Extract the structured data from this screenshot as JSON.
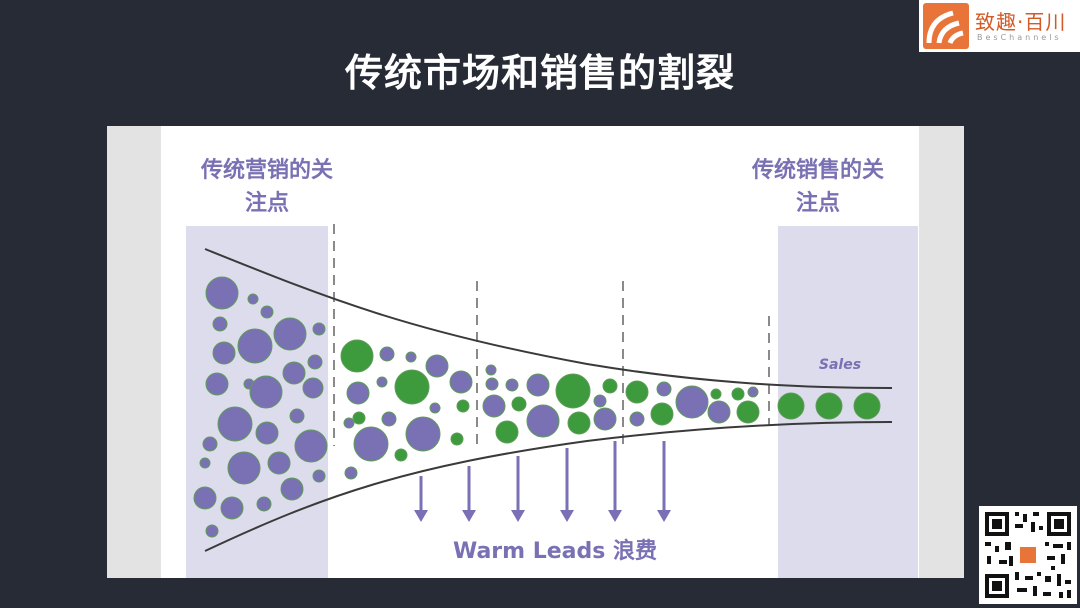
{
  "title": "传统市场和销售的割裂",
  "logo": {
    "name_cn": "致趣·百川",
    "name_en": "BesChannels",
    "brand_color": "#e0692f"
  },
  "diagram": {
    "left_heading_line1": "传统营销的关",
    "left_heading_line2": "注点",
    "right_heading_line1": "传统销售的关",
    "right_heading_line2": "注点",
    "sales_label": "Sales",
    "waste_label": "Warm Leads 浪费",
    "colors": {
      "purple": "#7a70b4",
      "green": "#3d9a3d",
      "zone": "#dcdcec",
      "curve": "#3a3a3a"
    }
  },
  "qr_code": {
    "icon": "qr-code-icon"
  }
}
